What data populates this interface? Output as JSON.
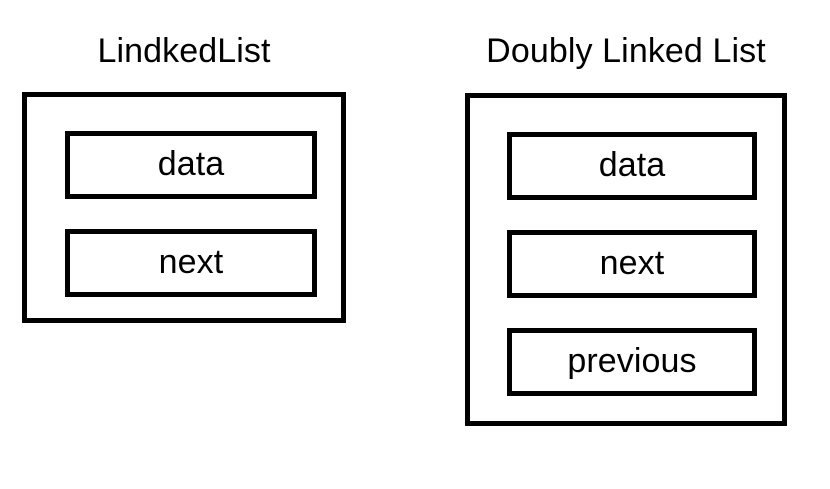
{
  "diagram": {
    "type": "linked-list-node-structure",
    "background_color": "#ffffff",
    "stroke_color": "#000000",
    "text_color": "#000000",
    "nodes": [
      {
        "id": "singly",
        "title": "LindkedList",
        "fields": [
          {
            "label": "data"
          },
          {
            "label": "next"
          }
        ]
      },
      {
        "id": "doubly",
        "title": "Doubly Linked List",
        "fields": [
          {
            "label": "data"
          },
          {
            "label": "next"
          },
          {
            "label": "previous"
          }
        ]
      }
    ]
  }
}
